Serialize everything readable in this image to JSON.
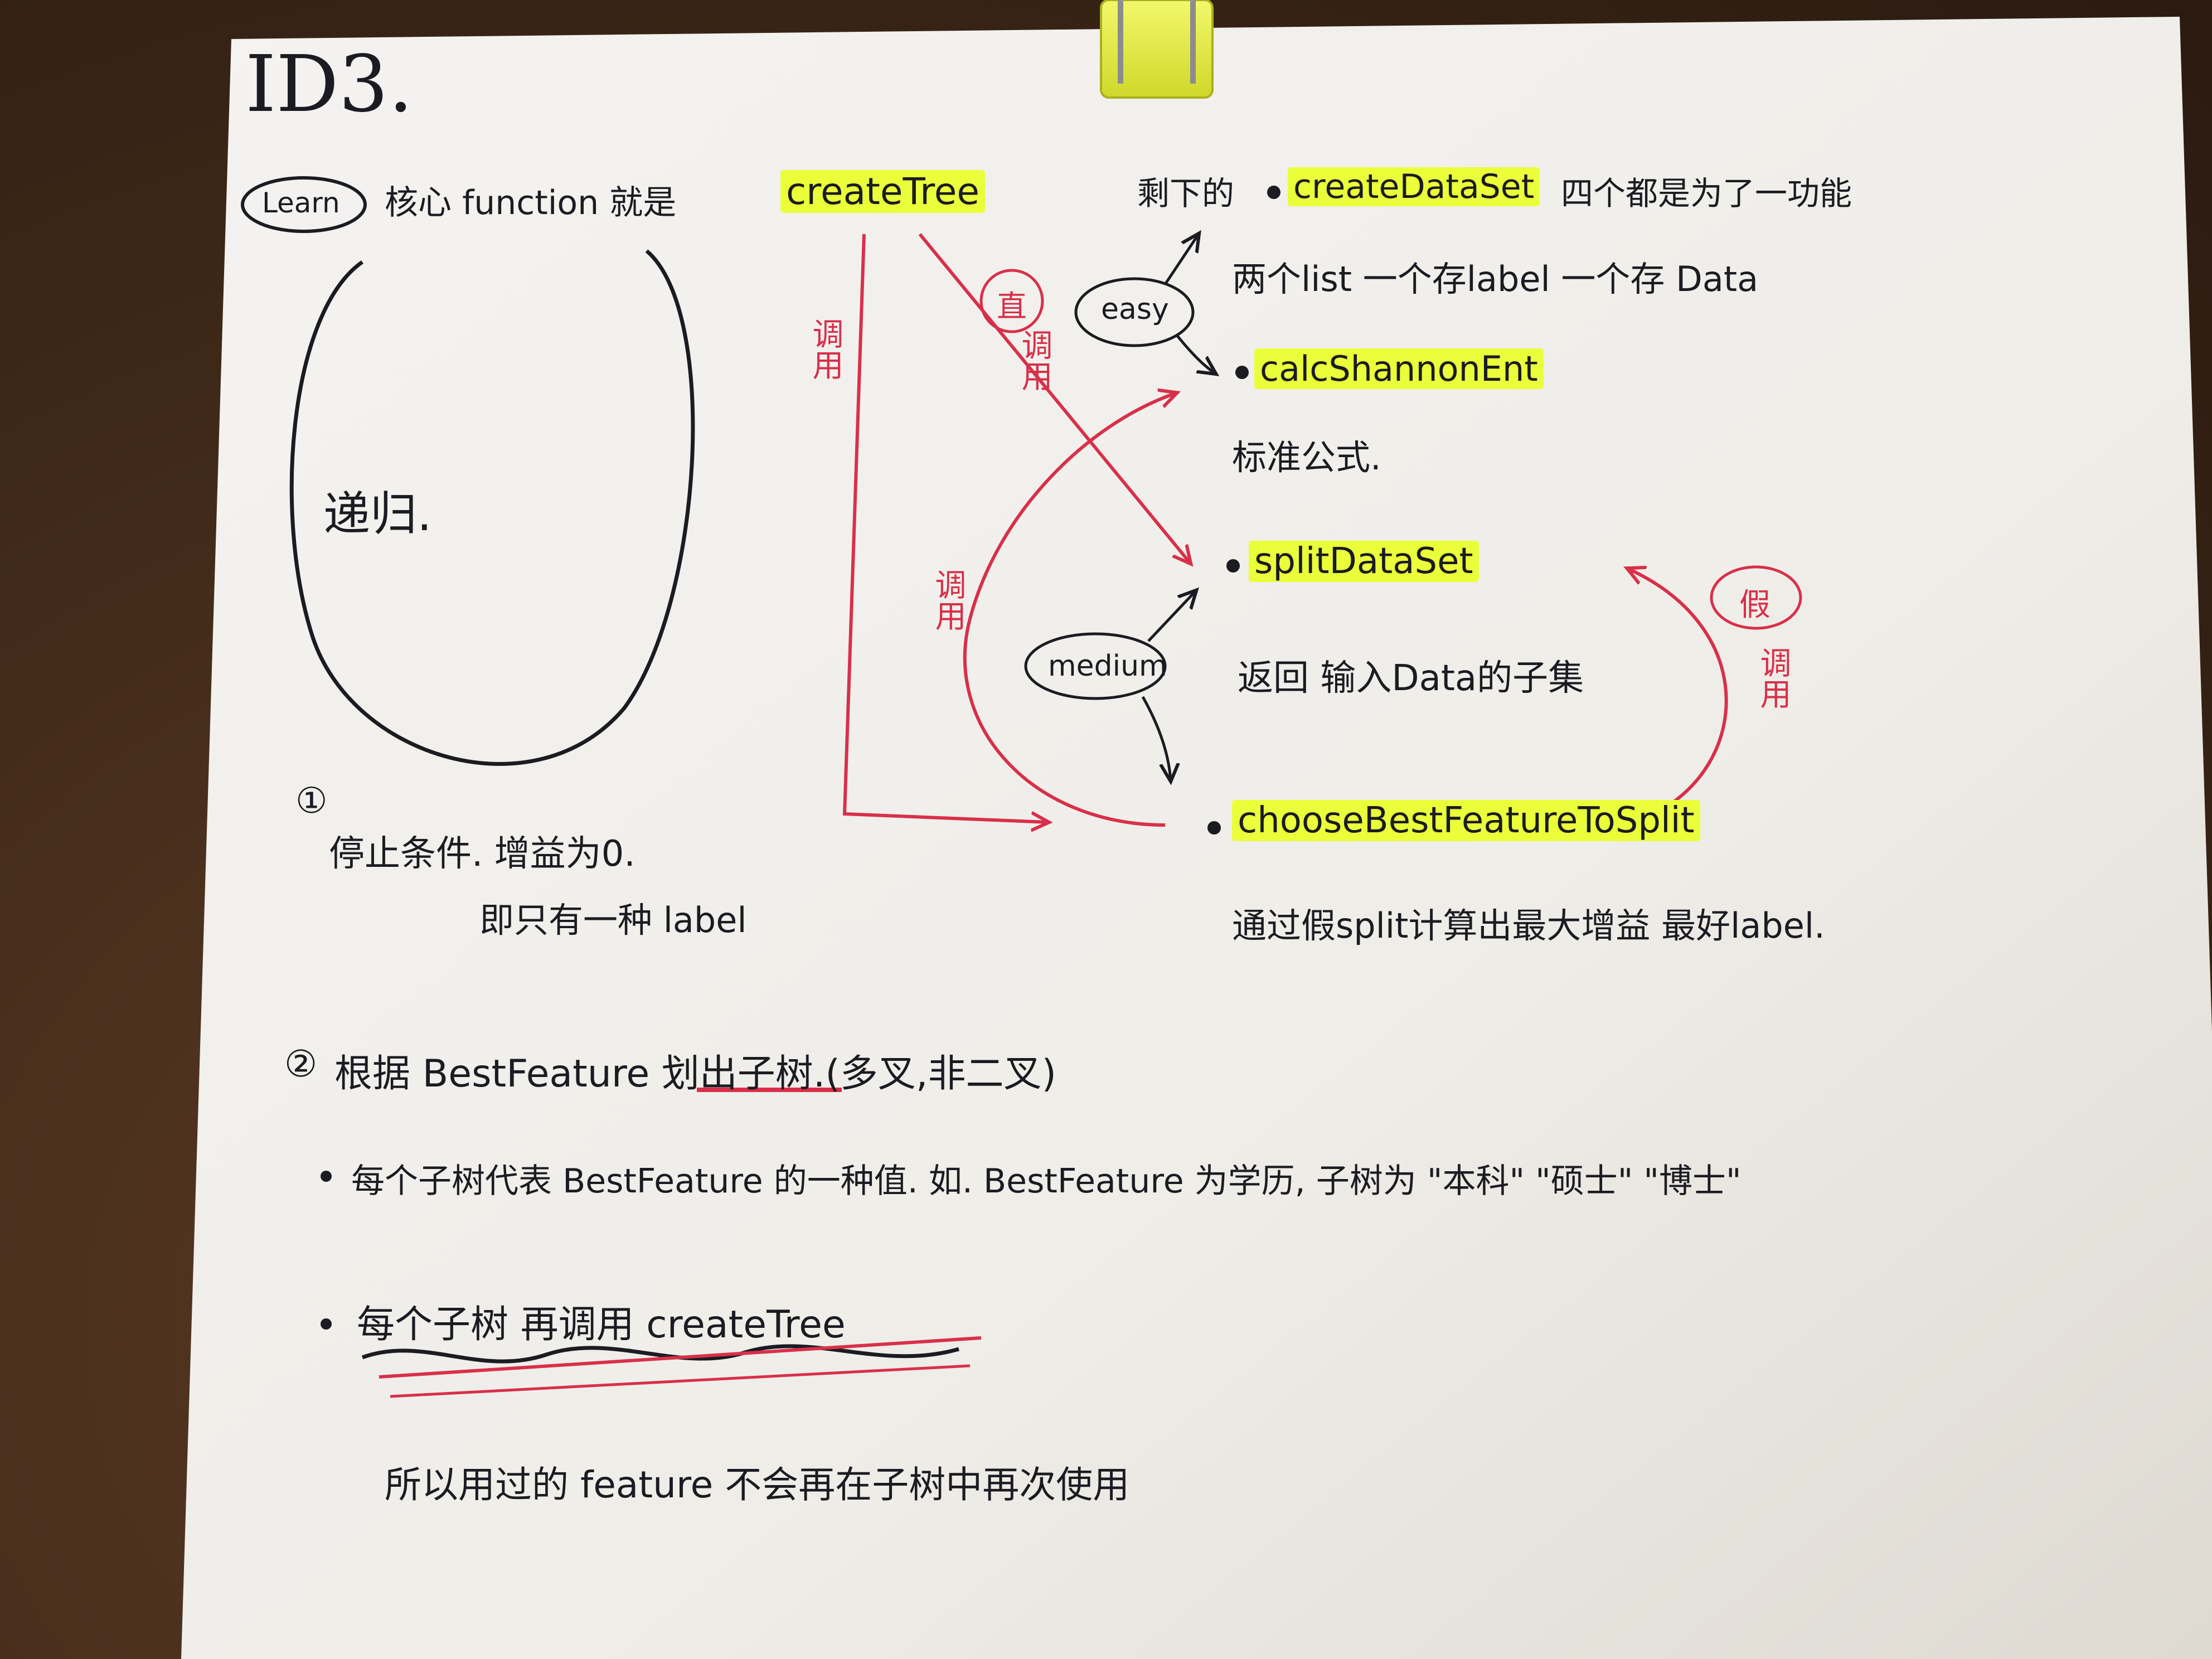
{
  "title": "ID3.",
  "header": {
    "tag": "Learn",
    "core_text": "核心 function 就是",
    "core_fn": "createTree",
    "remaining_text": "剩下的",
    "remaining_fn": "createDataSet",
    "remaining_tail": "四个都是为了一功能"
  },
  "recursion_label": "递归.",
  "call_labels": {
    "call_down": "调用",
    "call_diag": "调用",
    "call_mid": "调用",
    "call_right": "调用",
    "direct": "直",
    "fake": "假"
  },
  "difficulty": {
    "easy": "easy",
    "medium": "medium"
  },
  "functions": [
    {
      "name": "createDataSet",
      "desc": "两个list 一个存label 一个存 Data"
    },
    {
      "name": "calcShannonEnt",
      "desc": "标准公式."
    },
    {
      "name": "splitDataSet",
      "desc": "返回 输入Data的子集"
    },
    {
      "name": "chooseBestFeatureToSplit",
      "desc": "通过假split计算出最大增益 最好label."
    }
  ],
  "step1": {
    "num": "①",
    "line1": "停止条件. 增益为0.",
    "line2": "即只有一种 label"
  },
  "step2": {
    "num": "②",
    "text": "根据 BestFeature 划出子树.(多叉,非二叉)"
  },
  "bullets": [
    "每个子树代表 BestFeature 的一种值. 如. BestFeature 为学历, 子树为 \"本科\" \"硕士\" \"博士\"",
    "每个子树 再调用 createTree"
  ],
  "footer": "所以用过的 feature 不会再在子树中再次使用",
  "colors": {
    "ink": "#1b1b22",
    "red_pen": "#d8304a",
    "highlight": "#eaff3a",
    "paper": "#f3f2ef",
    "clip": "#e6f03c"
  }
}
